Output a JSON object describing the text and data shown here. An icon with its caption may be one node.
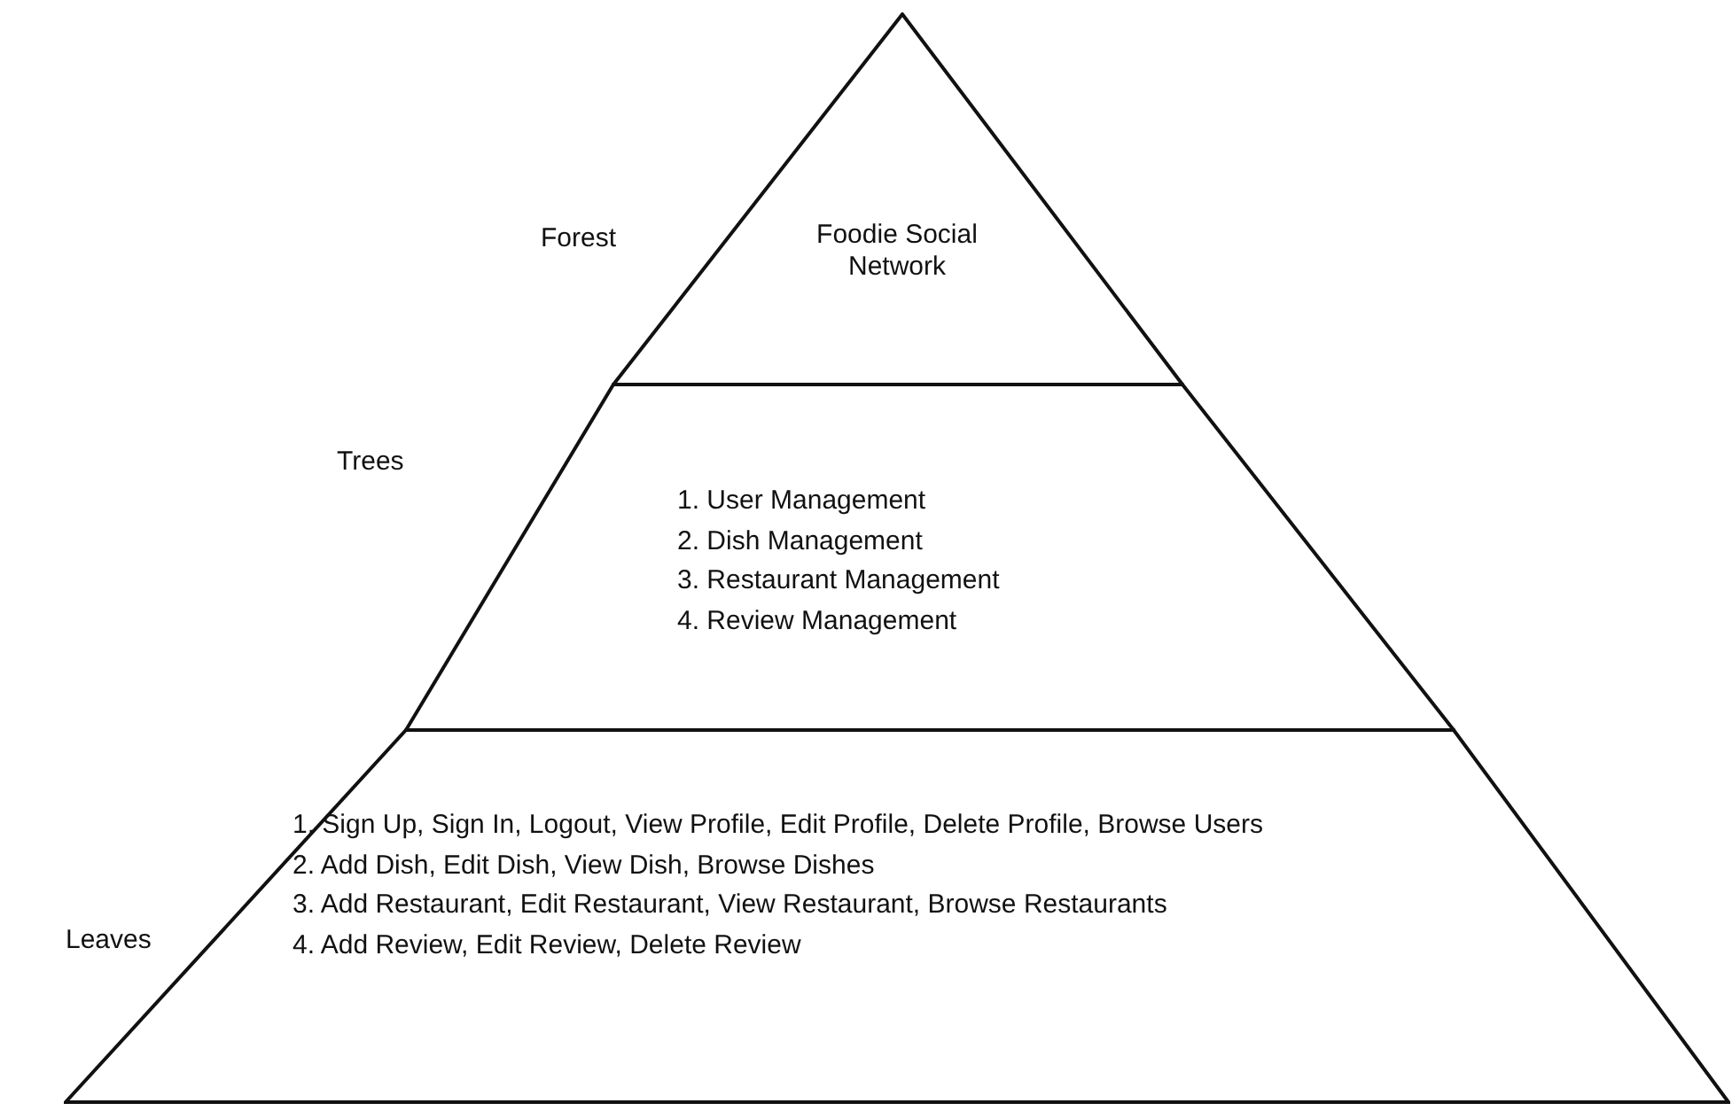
{
  "diagram": {
    "nodes": [
      {
        "text": [
          "Foodie Social Network"
        ],
        "beside": [
          "Forest"
        ]
      },
      {
        "text": [
          "1. User Management",
          "2. Dish Management",
          "3. Restaurant Management",
          "4. Review Management"
        ],
        "beside": [
          "Trees"
        ]
      },
      {
        "text": [
          "1. Sign Up, Sign In, Logout, View Profile, Edit Profile, Delete Profile, Browse Users",
          "2. Add Dish, Edit Dish, View Dish, Browse Dishes",
          "3. Add Restaurant, Edit Restaurant, View Restaurant, Browse Restaurants",
          "4. Add Review, Edit Review, Delete Review"
        ],
        "beside": [
          "Leaves"
        ]
      }
    ]
  }
}
